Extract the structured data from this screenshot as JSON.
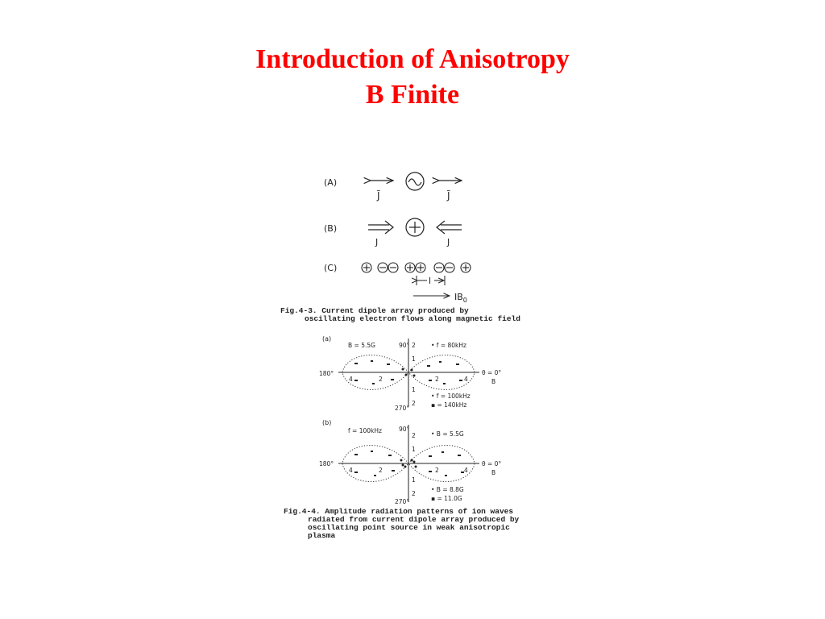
{
  "slide": {
    "title_line1": "Introduction of Anisotropy",
    "title_line2": "B Finite"
  },
  "fig43": {
    "row_a_label": "(A)",
    "row_b_label": "(B)",
    "row_c_label": "(C)",
    "j_tilde": "J̃",
    "j": "J",
    "l_label": "l",
    "b0_label": "IB",
    "b0_sub": "0",
    "caption_line1": "Fig.4-3. Current dipole array produced by",
    "caption_line2": "oscillating electron flows along magnetic field"
  },
  "fig44": {
    "panel_a_label": "(a)",
    "panel_a_param": "B = 5.5G",
    "panel_a_legend1": "• f = 80kHz",
    "panel_a_legend2": "• f = 100kHz",
    "panel_a_legend3": "▪ = 140kHz",
    "panel_b_label": "(b)",
    "panel_b_param": "f = 100kHz",
    "panel_b_legend1": "• B = 5.5G",
    "panel_b_legend2": "• B = 8.8G",
    "panel_b_legend3": "▪ = 11.0G",
    "angle_90": "90°",
    "angle_180": "180°",
    "angle_270": "270°",
    "angle_0": "θ = 0°",
    "b_vec": "B",
    "ticks_h": [
      "4",
      "2",
      "2",
      "4"
    ],
    "ticks_v": [
      "2",
      "1",
      "1",
      "2"
    ],
    "caption_line1": "Fig.4-4. Amplitude radiation patterns of ion waves",
    "caption_line2": "radiated from current dipole array produced by",
    "caption_line3": "oscillating point source in weak anisotropic",
    "caption_line4": "plasma"
  }
}
